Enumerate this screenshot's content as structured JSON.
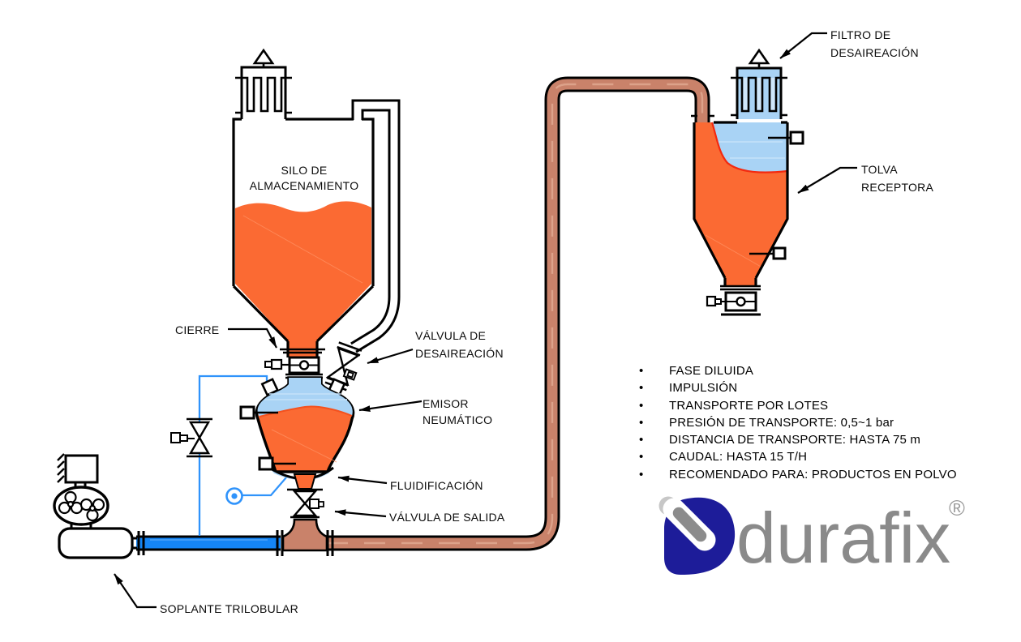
{
  "diagram": {
    "labels": {
      "silo": "SILO DE\nALMACENAMIENTO",
      "cierre": "CIERRE",
      "valvula_desaireacion": "VÁLVULA DE\nDESAIREACIÓN",
      "emisor": "EMISOR\nNEUMÁTICO",
      "fluidificacion": "FLUIDIFICACIÓN",
      "valvula_salida": "VÁLVULA DE SALIDA",
      "soplante": "SOPLANTE TRILOBULAR",
      "filtro": "FILTRO DE\nDESAIREACIÓN",
      "tolva": "TOLVA\nRECEPTORA"
    },
    "specs": {
      "bullet": "•",
      "items": [
        "FASE DILUIDA",
        "IMPULSIÓN",
        "TRANSPORTE POR LOTES",
        "PRESIÓN DE TRANSPORTE: 0,5~1 bar",
        "DISTANCIA DE TRANSPORTE: HASTA 75 m",
        "CAUDAL: HASTA 15 T/H",
        "RECOMENDADO PARA: PRODUCTOS EN POLVO"
      ]
    },
    "logo": {
      "wordmark": "durafix",
      "registered_mark": "®"
    },
    "colors": {
      "material_orange": "#FB6A33",
      "air_light_blue": "#A9D3F5",
      "pipe_blue": "#1585F5",
      "control_line_blue": "#2F93FB",
      "conveying_copper": "#C9826A",
      "boundary_red": "#F3290F",
      "logo_navy": "#1D1C99",
      "logo_gray": "#8C8C8C"
    }
  }
}
